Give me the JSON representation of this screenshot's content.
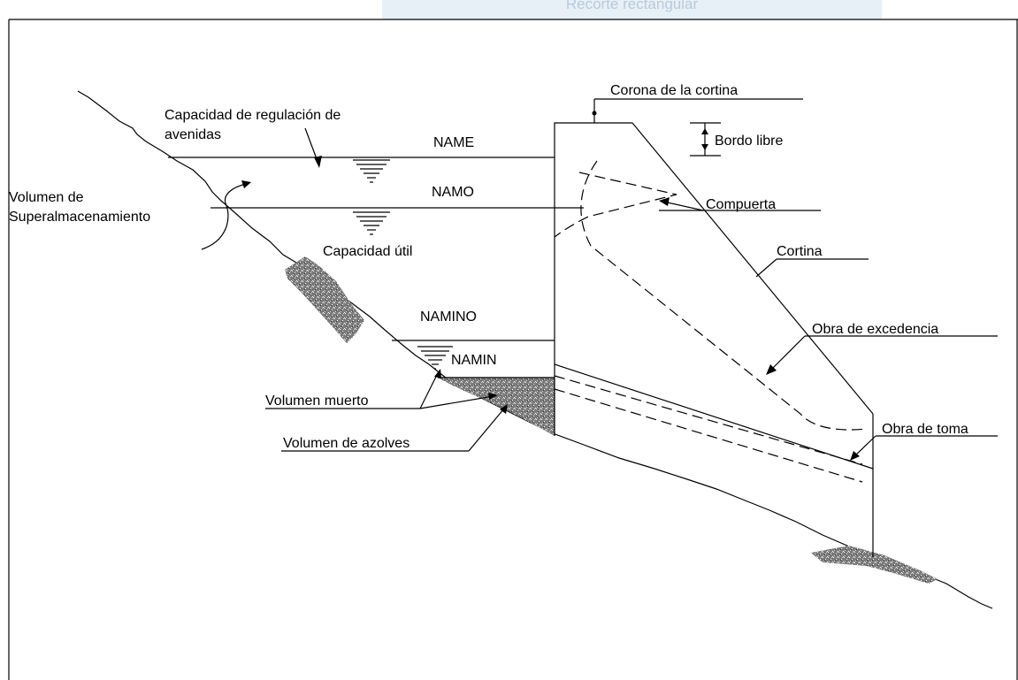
{
  "banner": "Recorte rectangular",
  "labels": {
    "corona": "Corona de la cortina",
    "capacidad_regulacion_1": "Capacidad de regulación de",
    "capacidad_regulacion_2": "avenidas",
    "name": "NAME",
    "bordo_libre": "Bordo libre",
    "volumen_super_1": "Volumen de",
    "volumen_super_2": "Superalmacenamiento",
    "namo": "NAMO",
    "compuerta": "Compuerta",
    "capacidad_util": "Capacidad útil",
    "cortina": "Cortina",
    "namino": "NAMINO",
    "obra_excedencia": "Obra de excedencia",
    "namin": "NAMIN",
    "volumen_muerto": "Volumen muerto",
    "obra_toma": "Obra de toma",
    "volumen_azolves": "Volumen de azolves"
  }
}
